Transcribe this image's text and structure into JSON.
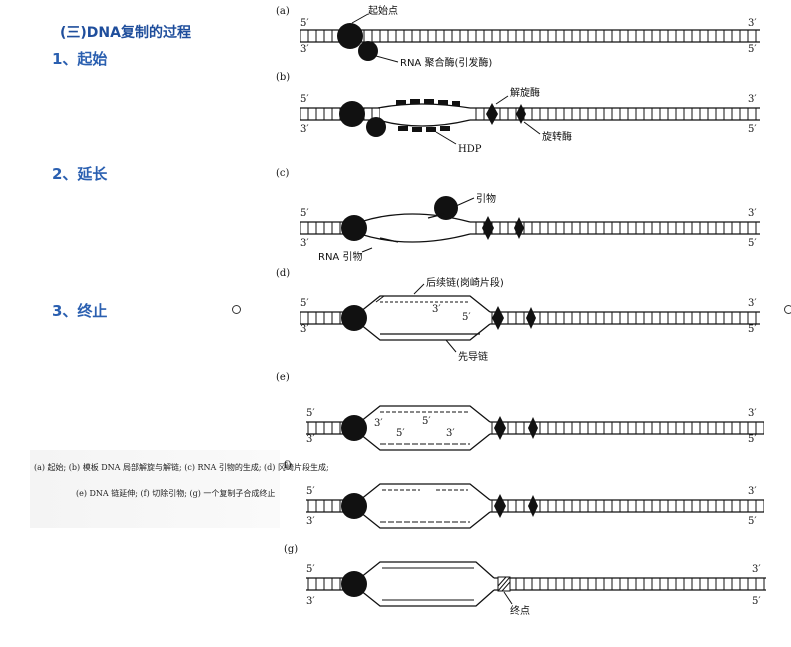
{
  "heading": "(三)DNA复制的过程",
  "steps": [
    "1、起始",
    "2、延长",
    "3、终止"
  ],
  "caption": {
    "line1": "(a) 起始; (b) 模板 DNA 局部解旋与解链; (c) RNA 引物的生成; (d) 冈崎片段生成;",
    "line2": "(e) DNA 链延伸; (f) 切除引物; (g) 一个复制子合成终止"
  },
  "panels": {
    "a": {
      "tag": "(a)",
      "start_label": "起始点",
      "enzyme_label": "RNA 聚合酶(引发酶)"
    },
    "b": {
      "tag": "(b)",
      "helicase_label": "解旋酶",
      "hdp_label": "HDP",
      "topo_label": "旋转酶"
    },
    "c": {
      "tag": "(c)",
      "primer_label": "引物",
      "rna_primer_label": "RNA 引物"
    },
    "d": {
      "tag": "(d)",
      "lagging_label": "后续链(岗崎片段)",
      "leading_label": "先导链"
    },
    "e": {
      "tag": "(e)"
    },
    "f": {
      "tag": "f)"
    },
    "g": {
      "tag": "(g)",
      "end_label": "终点"
    }
  },
  "strand_ends": {
    "five": "5′",
    "three": "3′"
  }
}
